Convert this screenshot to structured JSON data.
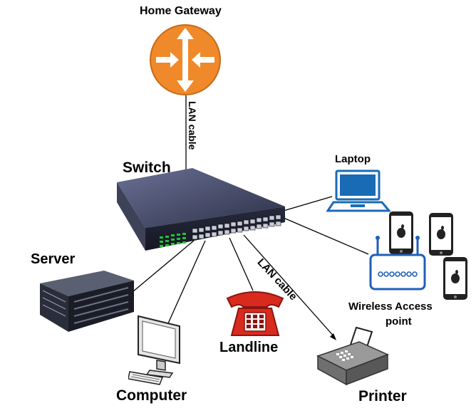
{
  "labels": {
    "gateway": "Home Gateway",
    "switch": "Switch",
    "laptop": "Laptop",
    "server": "Server",
    "wap_line1": "Wireless Access",
    "wap_line2": "point",
    "landline": "Landline",
    "computer": "Computer",
    "printer": "Printer",
    "cable_vertical": "LAN cable",
    "cable_diagonal": "LAN cable"
  },
  "colors": {
    "gateway_orange": "#f0892a",
    "switch_body": "#3a3f58",
    "port_led": "#22c13a",
    "phone_red": "#d92a1e",
    "laptop_blue": "#1a6bb5",
    "wap_blue": "#1f5fb8",
    "line": "#000000"
  },
  "icons": {
    "gateway": "router-arrows-icon",
    "switch": "network-switch-icon",
    "laptop": "laptop-icon",
    "server": "server-icon",
    "wap": "wireless-access-point-icon",
    "phones": "smartphone-apple-icon",
    "landline": "telephone-icon",
    "computer": "desktop-computer-icon",
    "printer": "fax-printer-icon"
  }
}
